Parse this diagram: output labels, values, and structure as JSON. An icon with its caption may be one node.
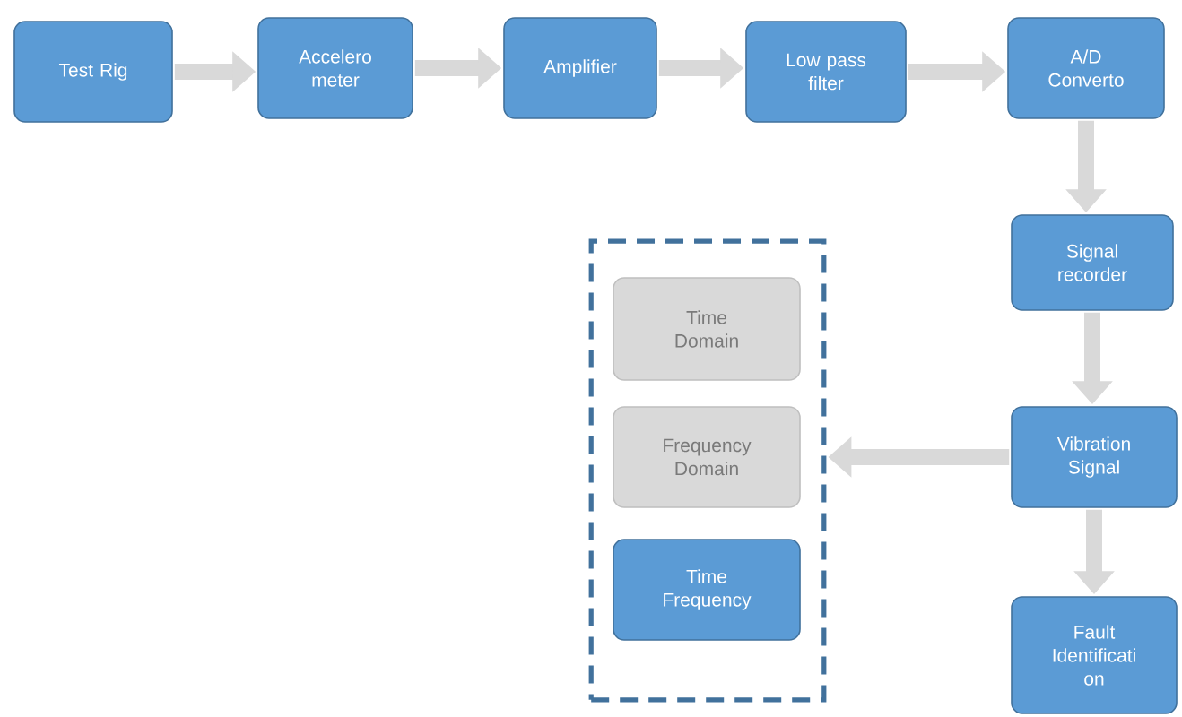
{
  "diagram": {
    "nodes": [
      {
        "text": [
          "Test Rig"
        ]
      },
      {
        "text": [
          "Accelero meter"
        ]
      },
      {
        "text": [
          "Amplifier"
        ]
      },
      {
        "text": [
          "Low pass filter"
        ]
      },
      {
        "text": [
          "A/D Converto"
        ]
      },
      {
        "text": [
          "Signal recorder"
        ]
      },
      {
        "text": [
          "Vibration Signal"
        ]
      },
      {
        "text": [
          "Fault Identificati on"
        ]
      },
      {
        "text": [],
        "shape": "box"
      },
      {
        "text": [
          "Time Domain"
        ],
        "in": 8
      },
      {
        "text": [
          "Frequency Domain"
        ],
        "in": 8
      },
      {
        "text": [
          "Time Frequency"
        ],
        "in": 8
      }
    ],
    "edges": [
      {
        "from": 0,
        "to": 1,
        "arrow": "to"
      },
      {
        "from": 1,
        "to": 2,
        "arrow": "to"
      },
      {
        "from": 2,
        "to": 3,
        "arrow": "to"
      },
      {
        "from": 3,
        "to": 4,
        "arrow": "to"
      },
      {
        "from": 4,
        "to": 5,
        "arrow": "to"
      },
      {
        "from": 5,
        "to": 6,
        "arrow": "to"
      },
      {
        "from": 6,
        "to": 8,
        "arrow": "to"
      },
      {
        "from": 6,
        "to": 7,
        "arrow": "to"
      }
    ]
  }
}
